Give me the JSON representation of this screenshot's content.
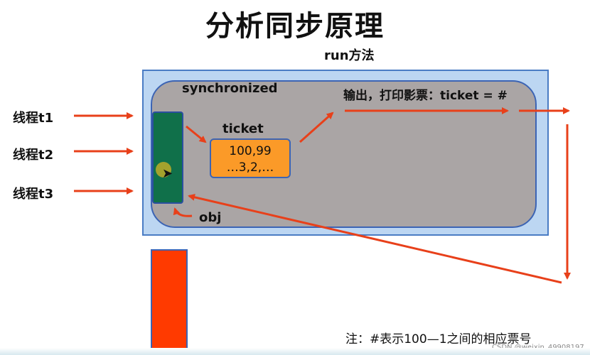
{
  "title": "分析同步原理",
  "method_label": "run方法",
  "sync_label": "synchronized",
  "output_label": "输出，打印影票：ticket = #",
  "ticket": {
    "label": "ticket",
    "line1": "100,99",
    "line2": "…3,2,…"
  },
  "threads": [
    "线程t1",
    "线程t2",
    "线程t3"
  ],
  "obj_label": "obj",
  "note": "注：#表示100—1之间的相应票号",
  "watermark": "CSDN @weixin_49908197",
  "colors": {
    "arrow": "#e8401a",
    "outer_box": "#bcd6f2",
    "inner_box": "#aaa5a5",
    "lock": "#10704a",
    "ticket_box": "#fb9a28",
    "red_block": "#ff3a00"
  }
}
